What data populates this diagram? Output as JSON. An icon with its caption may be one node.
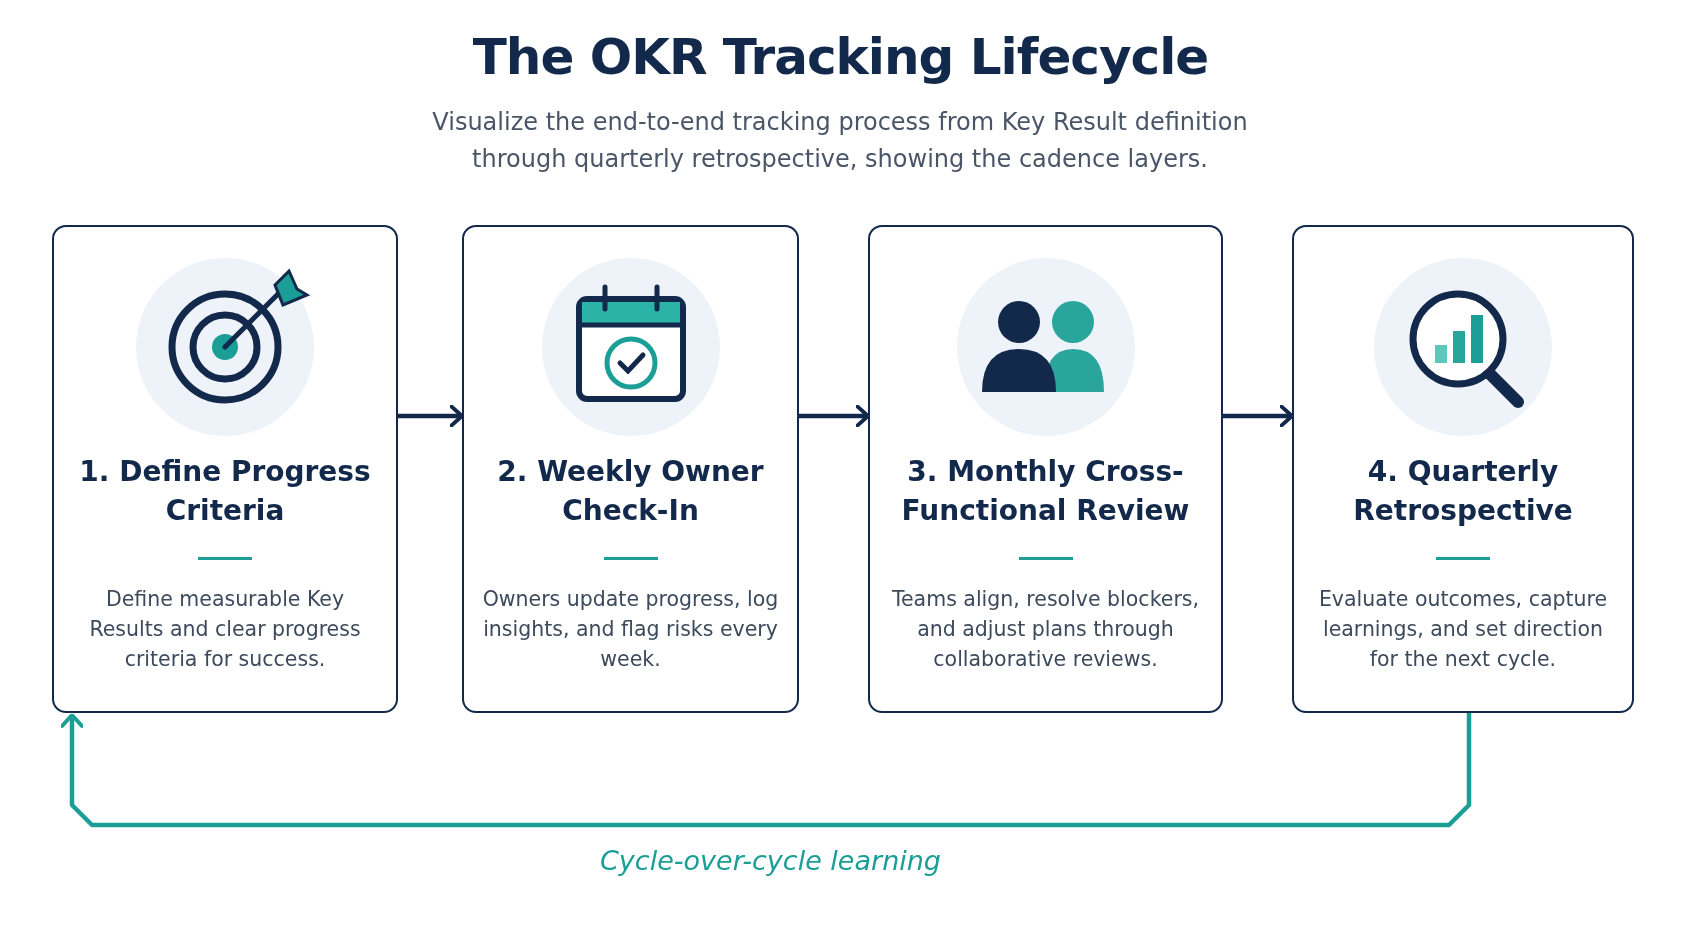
{
  "diagram": {
    "title": "The OKR Tracking Lifecycle",
    "nodes": [
      {
        "text": [
          "1. Define Progress Criteria",
          "Define measurable Key Results and clear progress criteria for success."
        ]
      },
      {
        "text": [
          "2. Weekly Owner Check-In",
          "Owners update progress, log insights, and flag risks every week."
        ]
      },
      {
        "text": [
          "3. Monthly Cross-Functional Review",
          "Teams align, resolve blockers, and adjust plans through collaborative reviews."
        ]
      },
      {
        "text": [
          "4. Quarterly Retrospective",
          "Evaluate outcomes, capture learnings, and set direction for the next cycle."
        ]
      }
    ],
    "edges": [
      {
        "from": 0,
        "to": 1,
        "arrow": "to"
      },
      {
        "from": 1,
        "to": 2,
        "arrow": "to"
      },
      {
        "from": 2,
        "to": 3,
        "arrow": "to"
      },
      {
        "from": 3,
        "to": 0,
        "arrow": "to",
        "label": "Cycle-over-cycle learning",
        "color": "#1a9e96"
      }
    ],
    "labels": [
      "Visualize the end-to-end tracking process from Key Result definition through quarterly retrospective, showing the cadence layers."
    ]
  }
}
